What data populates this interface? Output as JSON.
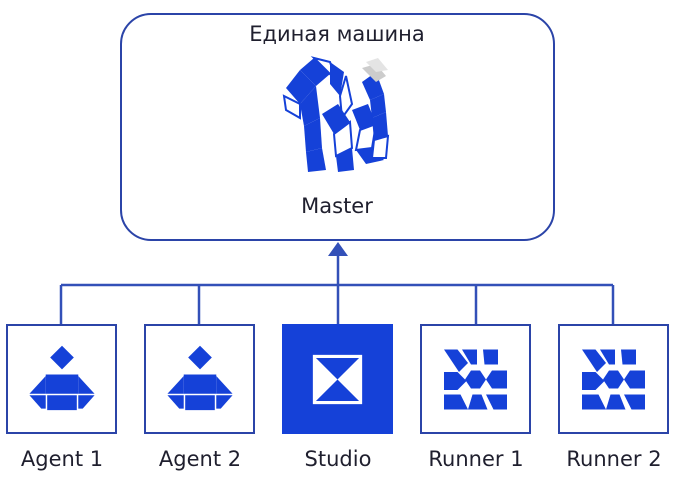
{
  "colors": {
    "blue": "#1541d8",
    "border": "#2b44a8",
    "line": "#3350b8",
    "text": "#1f1f2e"
  },
  "master": {
    "title": "Единая машина",
    "label": "Master",
    "icon": "snake-puzzle-icon"
  },
  "nodes": [
    {
      "label": "Agent 1",
      "icon": "agent-icon",
      "filled": false
    },
    {
      "label": "Agent 2",
      "icon": "agent-icon",
      "filled": false
    },
    {
      "label": "Studio",
      "icon": "hourglass-icon",
      "filled": true
    },
    {
      "label": "Runner 1",
      "icon": "runner-icon",
      "filled": false
    },
    {
      "label": "Runner 2",
      "icon": "runner-icon",
      "filled": false
    }
  ]
}
